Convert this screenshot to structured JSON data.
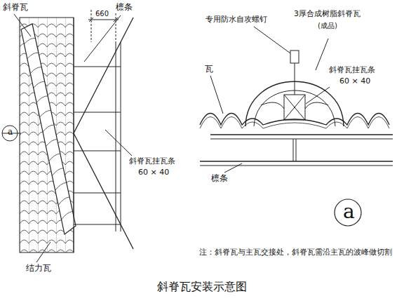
{
  "diagram": {
    "title": "斜脊瓦安装示意图",
    "labels": [
      "斜脊瓦",
      "660",
      "檩条",
      "a",
      "斜脊瓦挂瓦条",
      "60 × 40",
      "结力瓦",
      "专用防水自攻螺钉",
      "3厚合成树脂斜脊瓦",
      "(成品)",
      "瓦",
      "斜脊瓦挂瓦条",
      "60 × 40",
      "檩条",
      "a",
      "注：斜脊瓦与主瓦交接处，斜脊瓦需沿主瓦的波峰做切割"
    ]
  }
}
